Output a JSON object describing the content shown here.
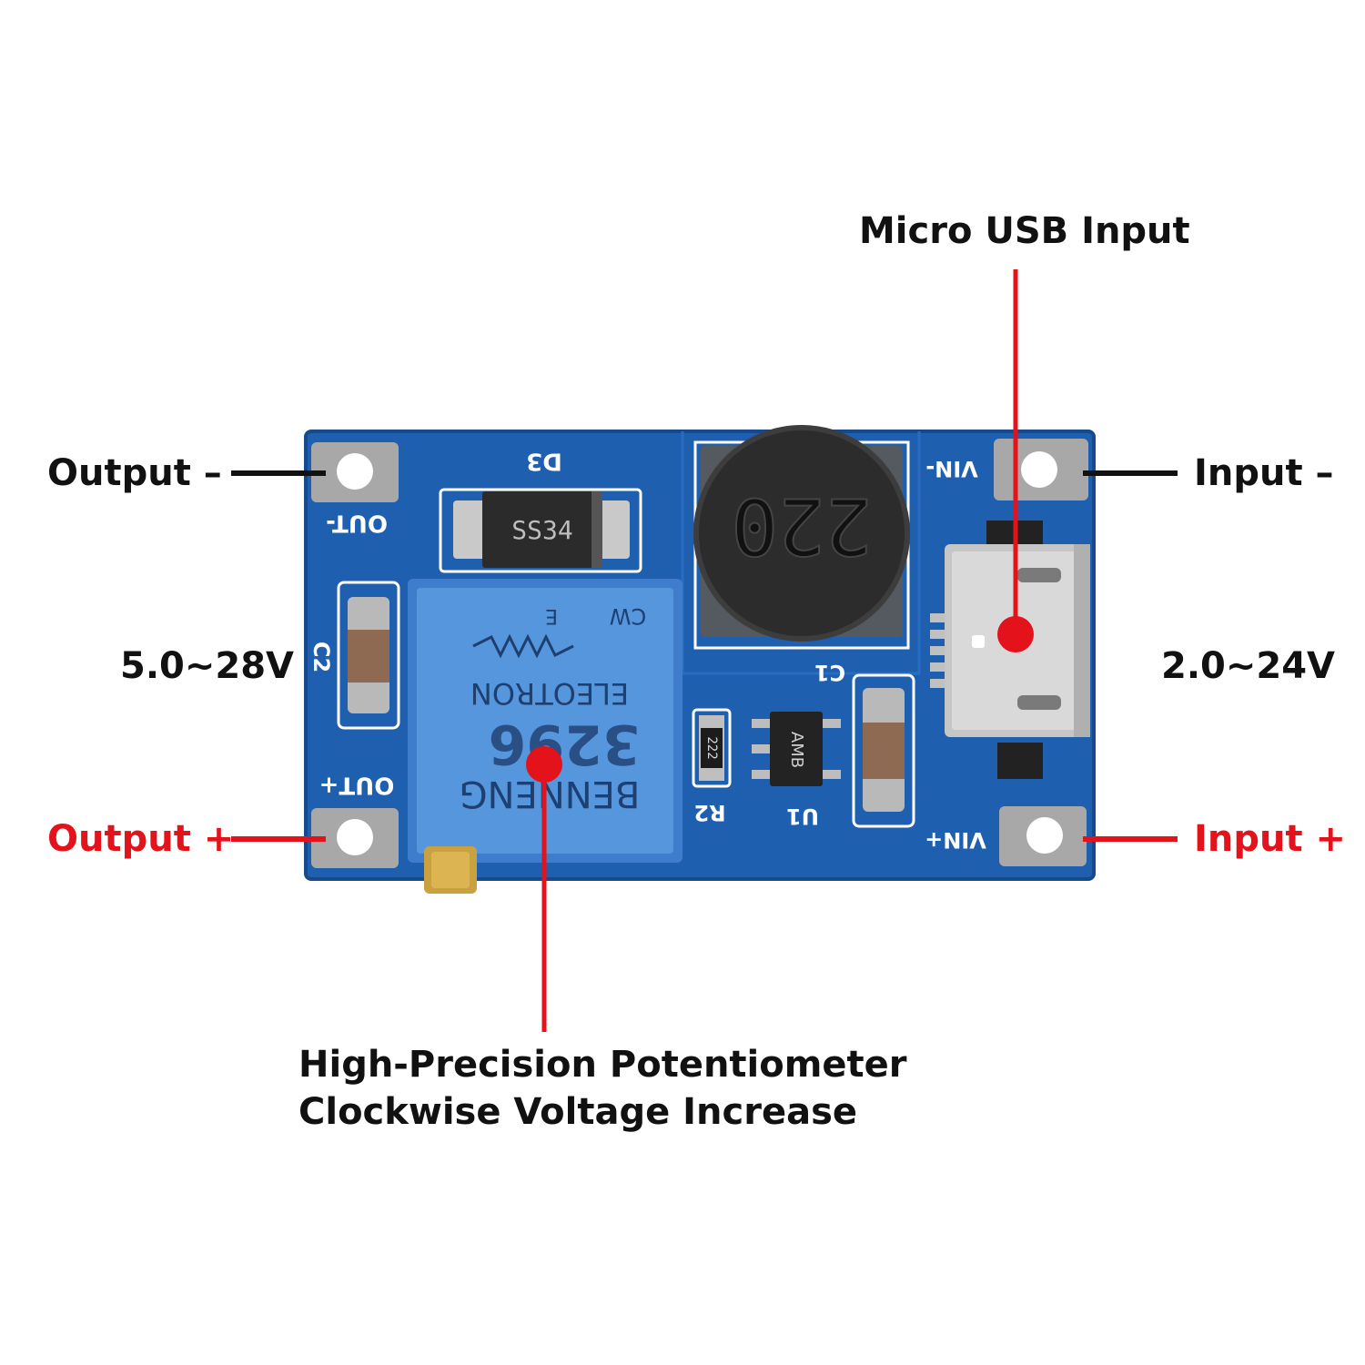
{
  "colors": {
    "pcb": "#1f5fb0",
    "pcb_dark": "#184f96",
    "pot": "#4f8fd8",
    "accent_red": "#e3121b",
    "text": "#111111",
    "pad": "#a8a8a8"
  },
  "labels": {
    "micro_usb": "Micro USB Input",
    "output_minus": "Output –",
    "input_minus": "Input –",
    "output_range": "5.0~28V",
    "input_range": "2.0~24V",
    "output_plus": "Output +",
    "input_plus": "Input +",
    "pot_line1": "High-Precision Potentiometer",
    "pot_line2": "Clockwise Voltage Increase"
  },
  "board": {
    "silk": {
      "d3": "D3",
      "out_minus": "OUT-",
      "out_plus": "OUT+",
      "vin_minus": "VIN-",
      "vin_plus": "VIN+",
      "c1": "C1",
      "c2": "C2",
      "r2": "R2",
      "u1": "U1"
    },
    "diode_marking": "SS34",
    "inductor_marking": "220",
    "resistor_marking": "222",
    "chip_marking": "AMB",
    "pot_text": {
      "cw": "CW",
      "model": "3296",
      "brand1": "BENNENG",
      "brand2": "ELEOTRON",
      "e": "E"
    }
  }
}
